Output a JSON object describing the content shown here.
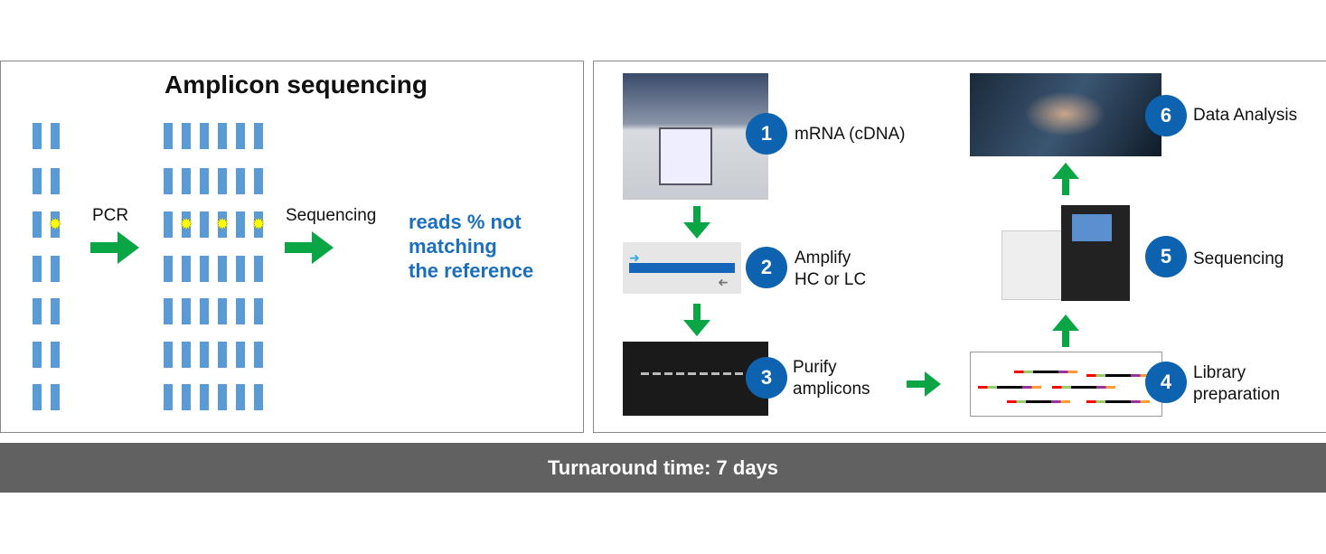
{
  "left": {
    "title": "Amplicon sequencing",
    "pcr_label": "PCR",
    "seq_label": "Sequencing",
    "result_lines": [
      "reads % not",
      "matching",
      "the reference"
    ]
  },
  "steps": [
    {
      "num": "1",
      "lines": [
        "mRNA (cDNA)"
      ]
    },
    {
      "num": "2",
      "lines": [
        "Amplify",
        "HC or LC"
      ]
    },
    {
      "num": "3",
      "lines": [
        "Purify",
        "amplicons"
      ]
    },
    {
      "num": "4",
      "lines": [
        "Library",
        "preparation"
      ]
    },
    {
      "num": "5",
      "lines": [
        "Sequencing"
      ]
    },
    {
      "num": "6",
      "lines": [
        "Data Analysis"
      ]
    }
  ],
  "footer": {
    "text": "Turnaround time: 7 days"
  },
  "colors": {
    "bar": "#5b9bd5",
    "arrow": "#0aa544",
    "circle": "#0d63b0",
    "result": "#1a6fbf",
    "footer": "#616161"
  }
}
